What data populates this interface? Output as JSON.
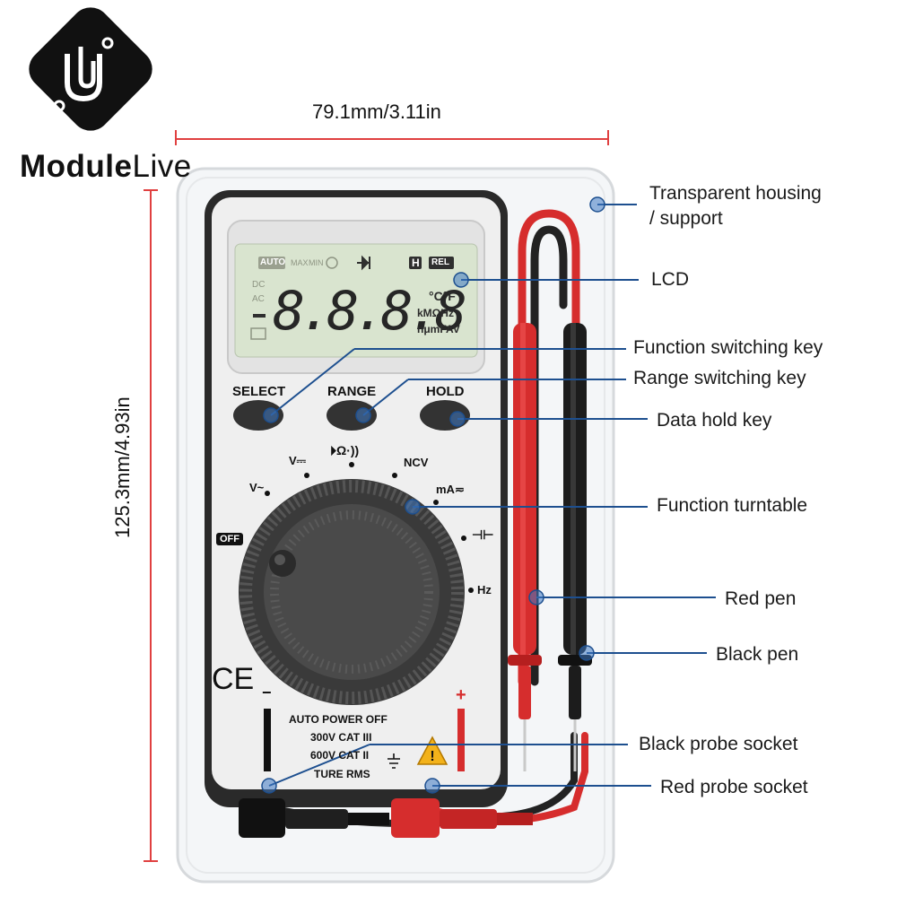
{
  "brand": {
    "name_bold": "Module",
    "name_light": "Live"
  },
  "dimensions": {
    "width": "79.1mm/3.11in",
    "height": "125.3mm/4.93in"
  },
  "lcd": {
    "indicators": [
      "AUTO",
      "MAX",
      "MIN",
      "H",
      "REL"
    ],
    "left_marks": [
      "DC",
      "AC"
    ],
    "digits": "8.8.8.8",
    "units_1": "°C°F",
    "units_2": "kMΩHz",
    "units_3": "nμmFAV"
  },
  "keys": {
    "select": "SELECT",
    "range": "RANGE",
    "hold": "HOLD"
  },
  "dial": {
    "off": "OFF",
    "v_ac": "V~",
    "v_dc": "V⎓",
    "diode_ohm": "⏵Ω·))",
    "ncv": "NCV",
    "ma": "mA≂",
    "cap": "⊣⊢",
    "hz": "Hz"
  },
  "front": {
    "line1": "AUTO POWER OFF",
    "line2": "300V CAT III",
    "line3": "600V CAT II",
    "line4": "TURE RMS",
    "ce": "CE",
    "minus": "−",
    "plus": "+"
  },
  "callouts": {
    "housing_1": "Transparent housing",
    "housing_2": "/ support",
    "lcd": "LCD",
    "function_key": "Function switching key",
    "range_key": "Range switching key",
    "hold_key": "Data hold key",
    "turntable": "Function turntable",
    "red_pen": "Red pen",
    "black_pen": "Black pen",
    "black_socket": "Black probe socket",
    "red_socket": "Red probe socket"
  },
  "colors": {
    "accent_red": "#e8322d",
    "callout_blue": "#1d4f8f",
    "lcd_green": "#d9e4cf",
    "body": "#efefef"
  }
}
